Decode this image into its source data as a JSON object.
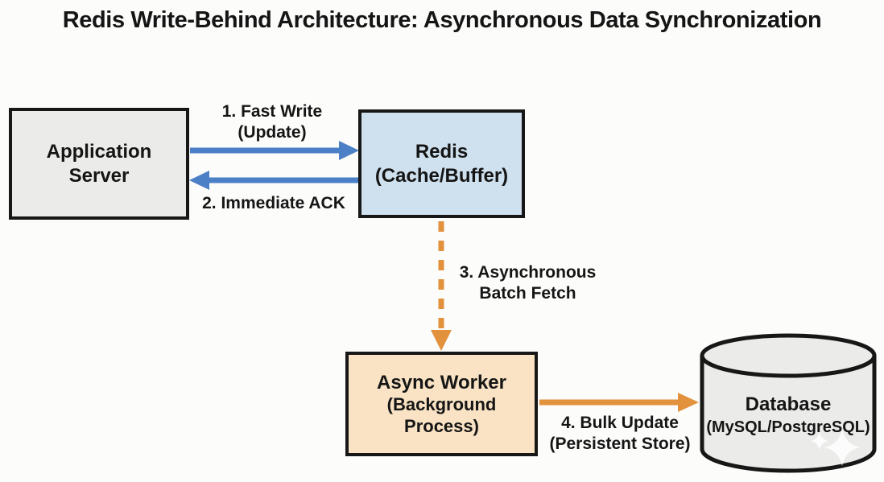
{
  "title": "Redis Write-Behind Architecture: Asynchronous Data Synchronization",
  "nodes": {
    "app_server": {
      "line1": "Application",
      "line2": "Server"
    },
    "redis": {
      "line1": "Redis",
      "line2": "(Cache/Buffer)"
    },
    "async_worker": {
      "line1": "Async Worker",
      "line2": "(Background Process)"
    },
    "database": {
      "line1": "Database",
      "line2": "(MySQL/PostgreSQL)"
    }
  },
  "arrows": {
    "fast_write": {
      "label_line1": "1. Fast Write",
      "label_line2": "(Update)",
      "from": "app_server",
      "to": "redis",
      "style": "solid",
      "color": "#4c80c6"
    },
    "immediate_ack": {
      "label_line1": "2. Immediate ACK",
      "label_line2": "",
      "from": "redis",
      "to": "app_server",
      "style": "solid",
      "color": "#4c80c6"
    },
    "batch_fetch": {
      "label_line1": "3. Asynchronous",
      "label_line2": "Batch Fetch",
      "from": "redis",
      "to": "async_worker",
      "style": "dashed",
      "color": "#e2913c"
    },
    "bulk_update": {
      "label_line1": "4. Bulk Update",
      "label_line2": "(Persistent Store)",
      "from": "async_worker",
      "to": "database",
      "style": "solid",
      "color": "#e2913c"
    }
  },
  "colors": {
    "page-bg": "#fcfcfb",
    "node-border": "#171717",
    "node-gray-fill": "#ebebe9",
    "node-blue-fill": "#cfe1ef",
    "node-orange-fill": "#f9e3c4",
    "arrow-blue": "#4c80c6",
    "arrow-orange": "#e2913c",
    "text": "#151515"
  }
}
